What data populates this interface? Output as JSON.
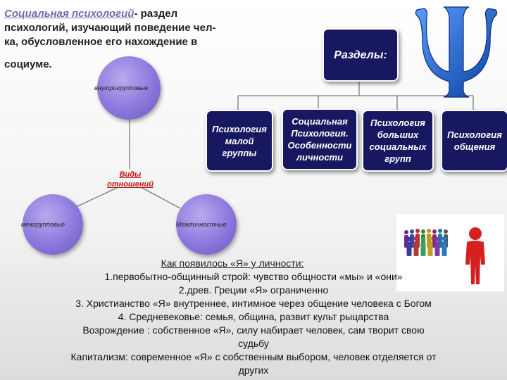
{
  "intro": {
    "term": "Социальная психологий",
    "dash": "- раздел",
    "line2": "психологий, изучающий поведение чел-",
    "line3": "ка, обусловленное его нахождение в",
    "line4": "социуме."
  },
  "circles": {
    "top": "внутригрупповые",
    "left": "межгрупповые",
    "right": "Межличностные"
  },
  "relations_label": "Виды отношений",
  "razdely": "Разделы:",
  "sections": [
    "Психология малой группы",
    "Социальная Психология. Особенности личности",
    "Психология больших социальных групп",
    "Психология общения"
  ],
  "history": {
    "heading": "Как появилось «Я» у личности:",
    "lines": [
      "1.первобытно-общинный строй: чувство общности «мы» и «они»",
      "2.древ. Греции «Я» ограниченно",
      "3. Христианство «Я» внутреннее, интимное через общение человека с Богом",
      "4. Средневековье: семья, община, развит культ рыцарства",
      "Возрождение : собственное «Я», силу набирает человек, сам творит свою",
      "судьбу",
      "Капитализм: современное «Я» с собственным выбором, человек отделяется от",
      "других"
    ]
  },
  "colors": {
    "psi": "#1a5fd0",
    "box": "#181860",
    "circle": "#8c78dc",
    "figure_highlight": "#d42020"
  },
  "icons": {
    "logo": "psi-symbol",
    "photo": "crowd-of-people-figures"
  }
}
